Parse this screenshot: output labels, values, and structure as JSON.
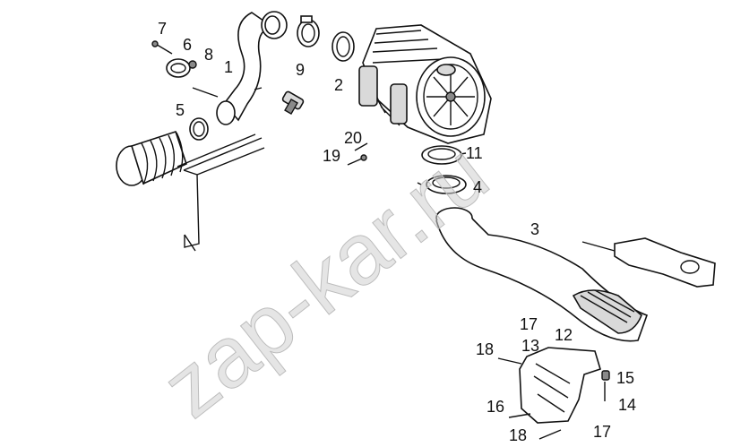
{
  "watermark": "zap-kar.ru",
  "callouts": [
    {
      "id": "c7",
      "text": "7"
    },
    {
      "id": "c6",
      "text": "6"
    },
    {
      "id": "c8",
      "text": "8"
    },
    {
      "id": "c1",
      "text": "1"
    },
    {
      "id": "c9",
      "text": "9"
    },
    {
      "id": "c2",
      "text": "2"
    },
    {
      "id": "c5",
      "text": "5"
    },
    {
      "id": "c20",
      "text": "20"
    },
    {
      "id": "c19",
      "text": "19"
    },
    {
      "id": "c11",
      "text": "11"
    },
    {
      "id": "c4",
      "text": "4"
    },
    {
      "id": "c3",
      "text": "3"
    },
    {
      "id": "c17a",
      "text": "17"
    },
    {
      "id": "c12",
      "text": "12"
    },
    {
      "id": "c13",
      "text": "13"
    },
    {
      "id": "c18a",
      "text": "18"
    },
    {
      "id": "c15",
      "text": "15"
    },
    {
      "id": "c14",
      "text": "14"
    },
    {
      "id": "c16",
      "text": "16"
    },
    {
      "id": "c17b",
      "text": "17"
    },
    {
      "id": "c18b",
      "text": "18"
    }
  ]
}
